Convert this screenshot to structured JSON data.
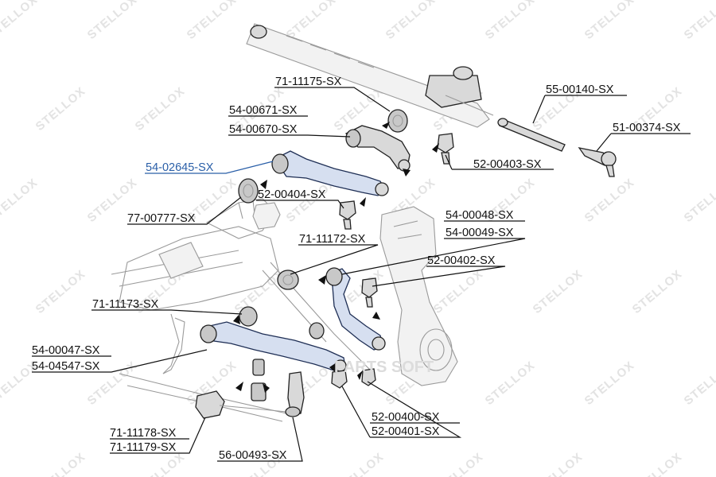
{
  "labels": {
    "l_55_00140": "55-00140-SX",
    "l_51_00374": "51-00374-SX",
    "l_71_11175": "71-11175-SX",
    "l_54_00671": "54-00671-SX",
    "l_54_00670": "54-00670-SX",
    "l_54_02645": "54-02645-SX",
    "l_52_00403": "52-00403-SX",
    "l_52_00404": "52-00404-SX",
    "l_77_00777": "77-00777-SX",
    "l_54_00048": "54-00048-SX",
    "l_54_00049": "54-00049-SX",
    "l_71_11172": "71-11172-SX",
    "l_52_00402": "52-00402-SX",
    "l_71_11173": "71-11173-SX",
    "l_54_00047": "54-00047-SX",
    "l_54_04547": "54-04547-SX",
    "l_52_00400": "52-00400-SX",
    "l_52_00401": "52-00401-SX",
    "l_71_11178": "71-11178-SX",
    "l_71_11179": "71-11179-SX",
    "l_56_00493": "56-00493-SX"
  },
  "watermark": {
    "brand": "STELLOX",
    "overlay": "PARTS SOFT"
  },
  "colors": {
    "highlight": "#2a5fa8",
    "text": "#111111",
    "watermark": "#e3e3e3"
  }
}
